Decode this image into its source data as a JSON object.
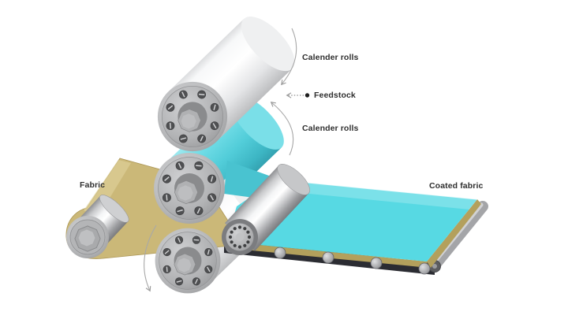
{
  "figure": {
    "type": "process-diagram",
    "subject": "Fabric calendering and coating line",
    "labels": {
      "calender_rolls_top": "Calender rolls",
      "feedstock": "Feedstock",
      "calender_rolls_bottom": "Calender rolls",
      "fabric": "Fabric",
      "coated_fabric": "Coated fabric"
    },
    "icons": [
      "rotation-arrow-top-icon",
      "rotation-arrow-middle-icon",
      "rotation-arrow-bottom-icon",
      "feedstock-pointer-icon",
      "feedstock-bullet-icon"
    ],
    "colors": {
      "background": "#ffffff",
      "feedstock_teal": "#49c3d0",
      "coated_sheet": "#57d9e3",
      "fabric_tan": "#cbb878",
      "fabric_edge": "#b3a05c",
      "support_dark": "#2b2c32",
      "metal": "#b5b6b8",
      "label_text": "#2f2f2f",
      "arrow": "#a0a0a0",
      "bullet": "#1f1f1f"
    }
  }
}
